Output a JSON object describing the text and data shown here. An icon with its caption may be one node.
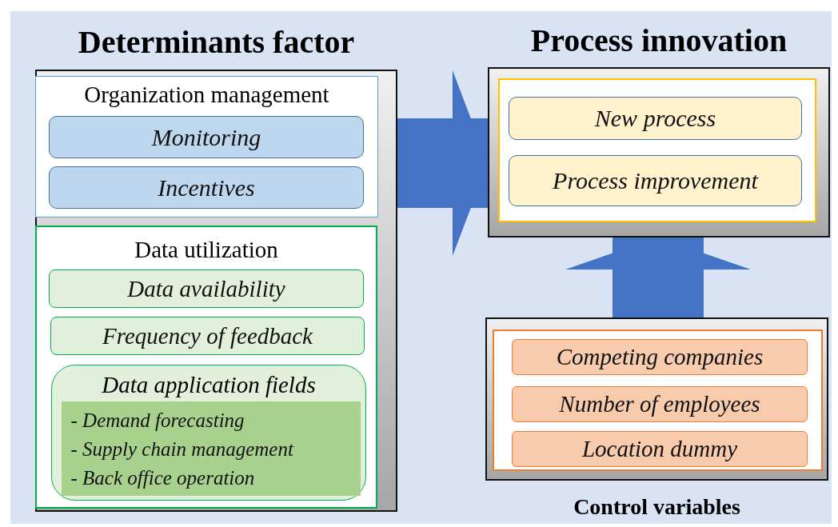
{
  "diagram": {
    "nodes": [
      {
        "text": [
          "Determinants factor"
        ]
      },
      {
        "text": [
          "Organization management"
        ],
        "in": 0
      },
      {
        "text": [
          "Monitoring"
        ],
        "in": 1
      },
      {
        "text": [
          "Incentives"
        ],
        "in": 1
      },
      {
        "text": [
          "Data utilization"
        ],
        "in": 0
      },
      {
        "text": [
          "Data availability"
        ],
        "in": 4
      },
      {
        "text": [
          "Frequency of feedback"
        ],
        "in": 4
      },
      {
        "text": [
          "Data application fields"
        ],
        "in": 4
      },
      {
        "text": [
          "- Demand forecasting",
          "- Supply chain management",
          "- Back office operation"
        ],
        "in": 7
      },
      {
        "text": [
          "Process innovation"
        ]
      },
      {
        "text": [],
        "shape": "box",
        "in": 9
      },
      {
        "text": [
          "New process"
        ],
        "in": 10
      },
      {
        "text": [
          "Process improvement"
        ],
        "in": 10
      },
      {
        "text": [
          "Control variables"
        ]
      },
      {
        "text": [],
        "shape": "box",
        "in": 13
      },
      {
        "text": [
          "Competing companies"
        ],
        "in": 14
      },
      {
        "text": [
          "Number of employees"
        ],
        "in": 14
      },
      {
        "text": [
          "Location dummy"
        ],
        "in": 14
      }
    ],
    "edges": [
      {
        "from": 0,
        "to": 9,
        "arrow": "to"
      },
      {
        "from": 13,
        "to": 9,
        "arrow": "to"
      }
    ]
  }
}
